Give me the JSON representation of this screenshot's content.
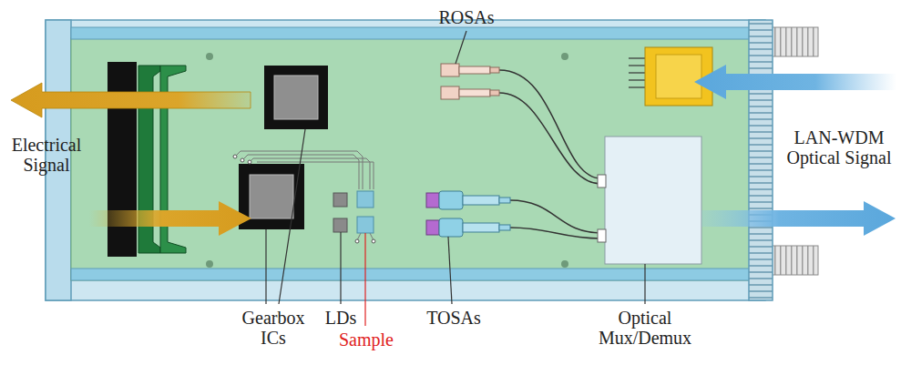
{
  "diagram": {
    "labels": [
      "ROSAs",
      "Electrical Signal",
      "LAN-WDM Optical Signal",
      "Gearbox ICs",
      "LDs",
      "Sample",
      "TOSAs",
      "Optical Mux/Demux"
    ]
  }
}
